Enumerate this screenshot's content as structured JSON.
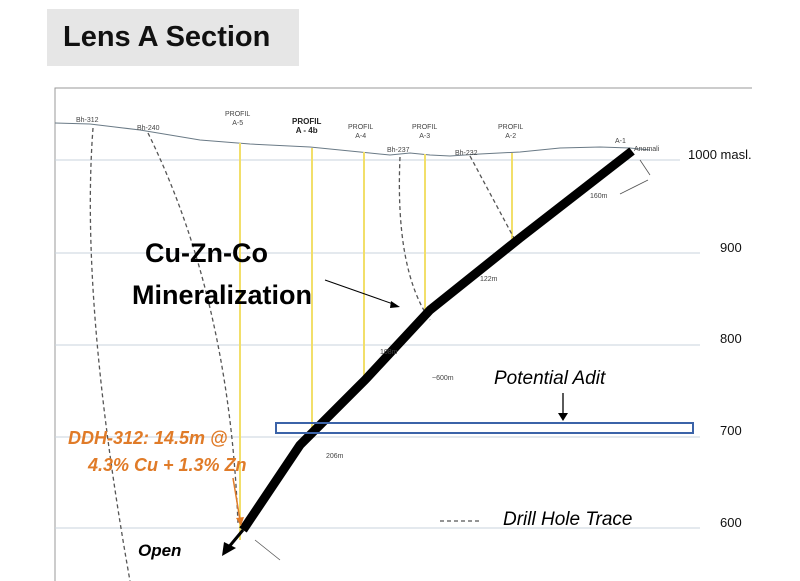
{
  "title": "Lens A Section",
  "elevations": [
    "1000 masl.",
    "900",
    "800",
    "700",
    "600"
  ],
  "profiles": [
    {
      "label": "PROFIL\nA-5"
    },
    {
      "label": "PROFIL\nA - 4b"
    },
    {
      "label": "PROFIL\nA-4"
    },
    {
      "label": "PROFIL\nA-3"
    },
    {
      "label": "PROFIL\nA-2"
    }
  ],
  "boreholes": [
    "Bh-312",
    "Bh-240",
    "Bh-237",
    "Bh-232"
  ],
  "surface_labels": {
    "a1": "A-1",
    "anomaly": "Anomali"
  },
  "distances": [
    "160m",
    "122m",
    "108m",
    "~600m",
    "206m"
  ],
  "mineralization_label": {
    "line1": "Cu-Zn-Co",
    "line2": "Mineralization"
  },
  "adit_label": "Potential Adit",
  "intercept": {
    "line1": "DDH-312: 14.5m @",
    "line2": "4.3% Cu + 1.3% Zn"
  },
  "legend": {
    "drill_hole_trace": "Drill Hole Trace"
  },
  "open_label": "Open",
  "colors": {
    "orebody": "#000000",
    "profile": "#f2df6a",
    "adit": "#3b63a8",
    "intercept": "#e07b28"
  }
}
